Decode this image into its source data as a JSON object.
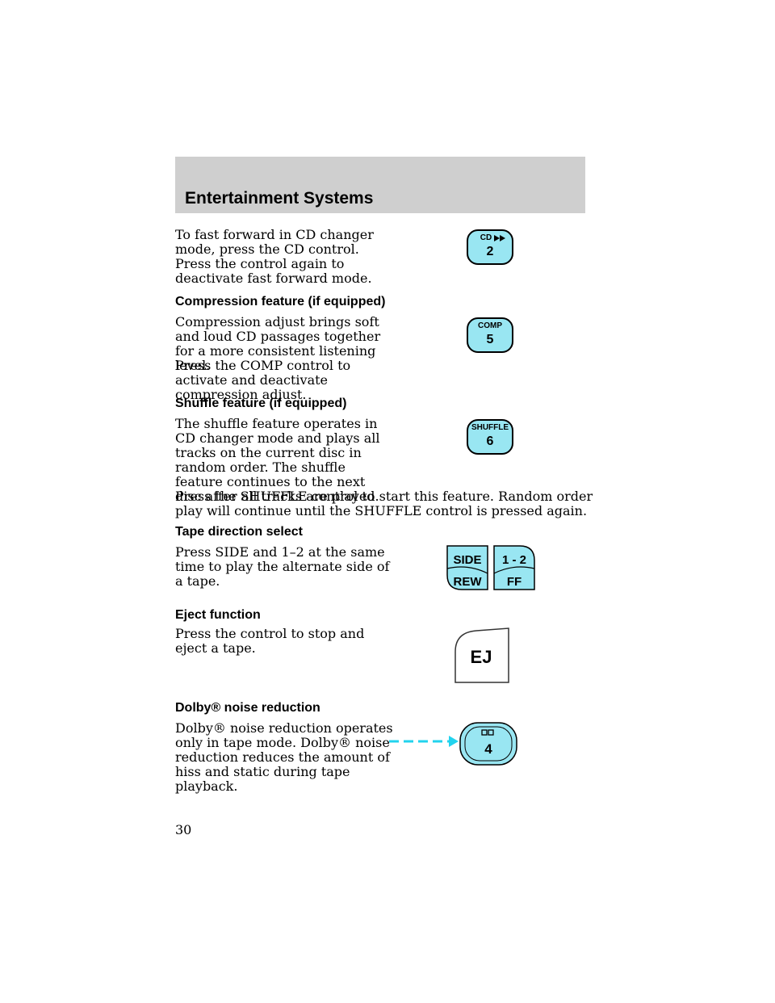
{
  "header": {
    "title": "Entertainment Systems"
  },
  "cd_ff": {
    "para1": "To fast forward in CD changer mode, press the CD control.",
    "para2": "Press the control again to deactivate fast forward mode.",
    "button": {
      "top": "CD",
      "number": "2"
    }
  },
  "compression": {
    "heading": "Compression feature (if equipped)",
    "para1": "Compression adjust brings soft and loud CD passages together for a more consistent listening level.",
    "para2": "Press the COMP control to activate and deactivate compression adjust.",
    "button": {
      "top": "COMP",
      "number": "5"
    }
  },
  "shuffle": {
    "heading": "Shuffle feature (if equipped)",
    "para1": "The shuffle feature operates in CD changer mode and plays all tracks on the current disc in random order. The shuffle feature continues to the next disc after all tracks are played.",
    "para2": "Press the SHUFFLE control to start this feature. Random order play will continue until the SHUFFLE control is pressed again.",
    "button": {
      "top": "SHUFFLE",
      "number": "6"
    }
  },
  "tape_direction": {
    "heading": "Tape direction select",
    "para1": "Press SIDE and 1–2 at the same time to play the alternate side of a tape.",
    "buttons": {
      "side": "SIDE",
      "one_two": "1 - 2",
      "rew": "REW",
      "ff": "FF"
    }
  },
  "eject": {
    "heading": "Eject function",
    "para1": "Press the control to stop and eject a tape.",
    "button": "EJ"
  },
  "dolby": {
    "heading": "Dolby® noise reduction",
    "para1": "Dolby® noise reduction operates only in tape mode. Dolby® noise reduction reduces the amount of hiss and static during tape playback.",
    "button": {
      "number": "4"
    }
  },
  "page_number": "30",
  "colors": {
    "button_fill": "#99e6f2",
    "arrow": "#22d3ee",
    "header_bg": "#cfcfcf"
  }
}
